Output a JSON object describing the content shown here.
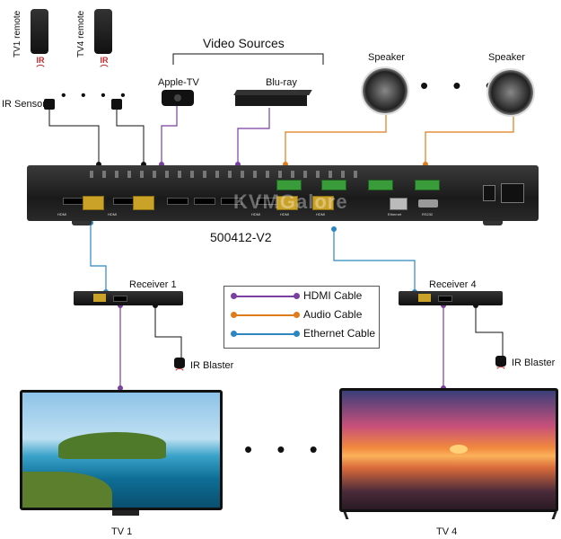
{
  "top": {
    "tv1_remote": "TV1 remote",
    "tv4_remote": "TV4 remote",
    "ir_tag": "IR",
    "ir_sensor": "IR Sensor",
    "video_sources": "Video Sources",
    "apple_tv": "Apple-TV",
    "bluray": "Blu-ray",
    "speaker_left": "Speaker",
    "speaker_right": "Speaker"
  },
  "main_unit": {
    "model": "500412-V2",
    "watermark": "KVMGalore",
    "panel_labels": [
      "HDMI",
      "HDMI",
      "HDMI",
      "HDMI",
      "HDMI",
      "Ethernet",
      "RS232"
    ]
  },
  "receivers": {
    "receiver1": "Receiver 1",
    "receiver4": "Receiver 4",
    "ir_blaster_1": "IR Blaster",
    "ir_blaster_4": "IR Blaster"
  },
  "legend": {
    "items": [
      {
        "label": "HDMI Cable",
        "color": "#7b3fa0"
      },
      {
        "label": "Audio Cable",
        "color": "#e07b1a"
      },
      {
        "label": "Ethernet Cable",
        "color": "#2e86c1"
      }
    ]
  },
  "tvs": {
    "tv1": "TV 1",
    "tv4": "TV 4"
  },
  "colors": {
    "hdmi": "#7b3fa0",
    "audio": "#e07b1a",
    "ethernet": "#2e86c1",
    "ir_line": "#111111"
  }
}
